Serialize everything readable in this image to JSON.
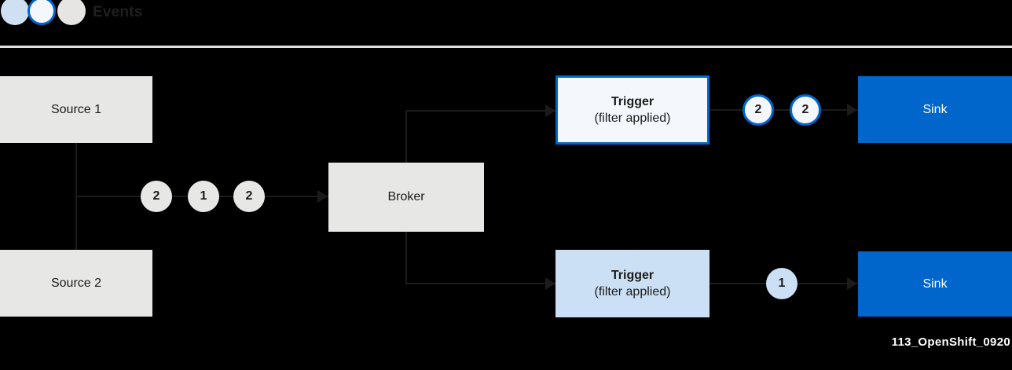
{
  "header": {
    "title": "Events",
    "legend": [
      {
        "name": "legend-dot-blue",
        "style": "filled-light-blue",
        "color": "#cfe0f3"
      },
      {
        "name": "legend-dot-white",
        "style": "white-blue-outline",
        "color": "#f4f8fd",
        "border_color": "#0066cc"
      },
      {
        "name": "legend-dot-gray",
        "style": "filled-gray",
        "color": "#e6e5e3"
      }
    ]
  },
  "nodes": {
    "source_1": {
      "title": "Source 1"
    },
    "source_2": {
      "title": "Source 2"
    },
    "broker": {
      "title": "Broker"
    },
    "trigger_top": {
      "title": "Trigger",
      "subtitle": "(filter applied)"
    },
    "trigger_bottom": {
      "title": "Trigger",
      "subtitle": "(filter applied)"
    },
    "sink_top": {
      "title": "Sink"
    },
    "sink_bottom": {
      "title": "Sink"
    }
  },
  "badges": {
    "source_to_broker": [
      {
        "value": "2",
        "variant": "gray"
      },
      {
        "value": "1",
        "variant": "gray"
      },
      {
        "value": "2",
        "variant": "gray"
      }
    ],
    "trigger_top_to_sink": [
      {
        "value": "2",
        "variant": "white-outline"
      },
      {
        "value": "2",
        "variant": "white-outline"
      }
    ],
    "trigger_bottom_to_sink": [
      {
        "value": "1",
        "variant": "light-blue"
      }
    ]
  },
  "caption": "113_OpenShift_0920",
  "colors": {
    "background": "#000000",
    "brand_blue": "#0066cc",
    "node_gray": "#e7e7e5",
    "trigger_fill_light": "#cce0f5",
    "trigger_fill_white": "#f4f8fd",
    "line": "#1b1b1b",
    "rule": "#e0e0de",
    "text_dark": "#1b1b1b",
    "text_light": "#ffffff"
  }
}
